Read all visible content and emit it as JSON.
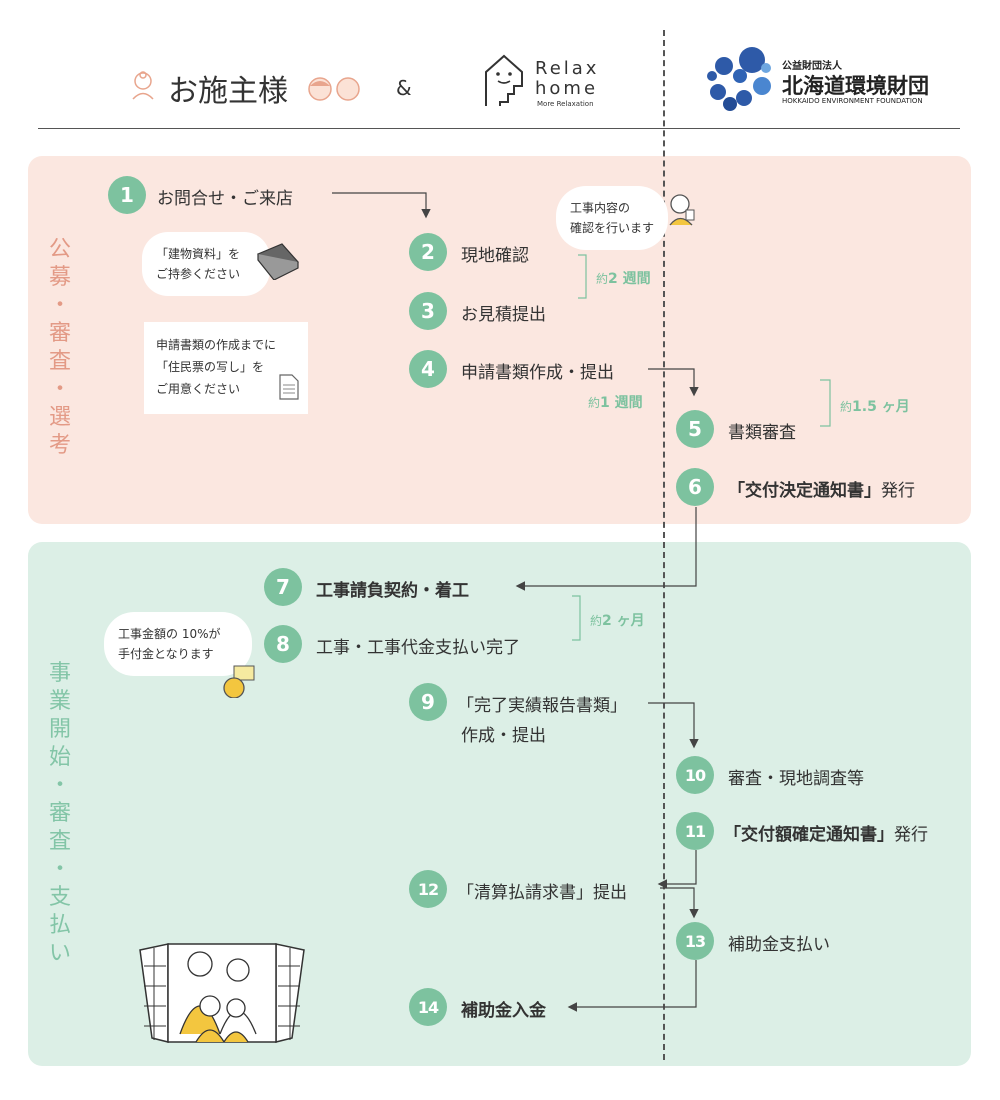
{
  "header": {
    "owner_label": "お施主様",
    "ampersand": "&",
    "relax_line1": "Relax",
    "relax_line2": "home",
    "relax_sub": "More Relaxation",
    "org_line1": "公益財団法人",
    "org_line2": "北海道環境財団",
    "org_line3": "HOKKAIDO ENVIRONMENT FOUNDATION"
  },
  "phases": {
    "top_label": "公\n募\n・\n審\n査\n・\n選\n考",
    "bottom_label": "事\n業\n開\n始\n・\n審\n査\n・\n支\n払\nい"
  },
  "steps": [
    {
      "num": "1",
      "label": "お問合せ・ご来店"
    },
    {
      "num": "2",
      "label": "現地確認"
    },
    {
      "num": "3",
      "label": "お見積提出"
    },
    {
      "num": "4",
      "label": "申請書類作成・提出"
    },
    {
      "num": "5",
      "label": "書類審査"
    },
    {
      "num": "6",
      "label_bold": "「交付決定通知書」",
      "label_rest": "発行"
    },
    {
      "num": "7",
      "label": "工事請負契約・着工"
    },
    {
      "num": "8",
      "label": "工事・工事代金支払い完了"
    },
    {
      "num": "9",
      "label_line1": "「完了実績報告書類」",
      "label_line2": "作成・提出"
    },
    {
      "num": "10",
      "label": "審査・現地調査等"
    },
    {
      "num": "11",
      "label_bold": "「交付額確定通知書」",
      "label_rest": "発行"
    },
    {
      "num": "12",
      "label": "「清算払請求書」提出"
    },
    {
      "num": "13",
      "label": "補助金支払い"
    },
    {
      "num": "14",
      "label": "補助金入金"
    }
  ],
  "durations": {
    "d2weeks_prefix": "約",
    "d2weeks_value": "2 週間",
    "d1week_prefix": "約",
    "d1week_value": "1 週間",
    "d1_5month_prefix": "約",
    "d1_5month_value": "1.5 ヶ月",
    "d2month_prefix": "約",
    "d2month_value": "2 ヶ月"
  },
  "notes": {
    "building_docs": "「建物資料」を\nご持参ください",
    "resident_card": "申請書類の作成までに\n「住民票の写し」を\nご用意ください",
    "inspection": "工事内容の\n確認を行います",
    "deposit": "工事金額の 10%が\n手付金となります"
  },
  "colors": {
    "top_panel": "#fbe7e0",
    "bottom_panel": "#dcefe6",
    "step_circle": "#7dc29f",
    "top_label": "#e39a86",
    "bottom_label": "#83c5a7",
    "org_blue": "#2e5aa8"
  }
}
